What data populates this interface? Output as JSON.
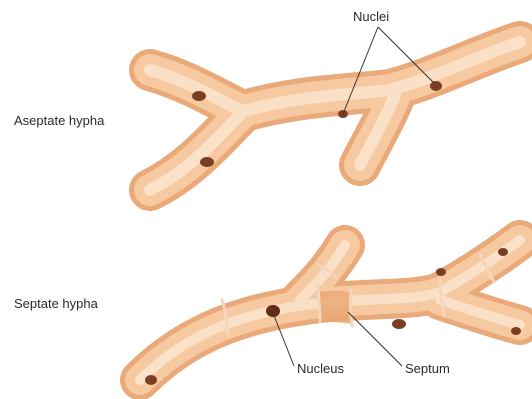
{
  "labels": {
    "aseptate": "Aseptate hypha",
    "septate": "Septate hypha",
    "nuclei": "Nuclei",
    "nucleus": "Nucleus",
    "septum": "Septum"
  },
  "colors": {
    "hypha_outline": "#e9a979",
    "hypha_fill": "#f6c9a1",
    "hypha_core": "#fbe3cb",
    "nucleus": "#7a3f22",
    "septum": "#f3d6bd",
    "leader_line": "#333333"
  }
}
